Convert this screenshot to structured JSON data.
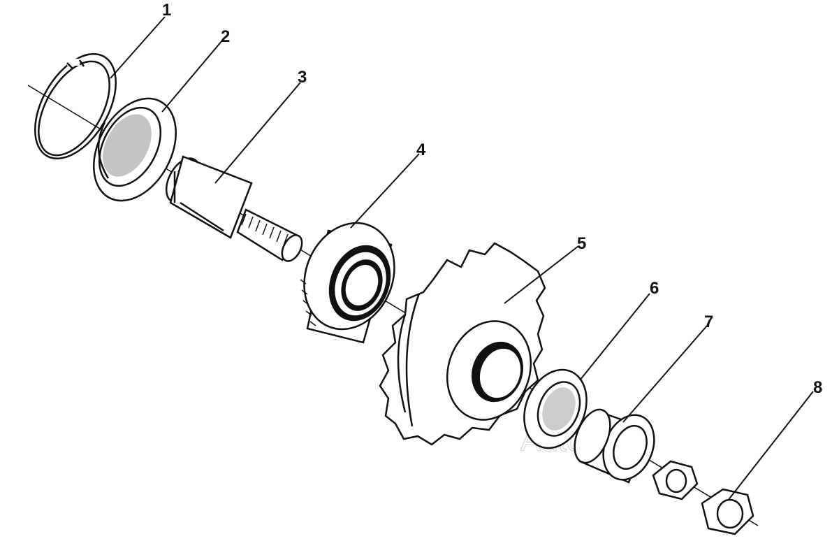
{
  "diagram": {
    "callouts": [
      {
        "id": "1",
        "label": "1"
      },
      {
        "id": "2",
        "label": "2"
      },
      {
        "id": "3",
        "label": "3"
      },
      {
        "id": "4",
        "label": "4"
      },
      {
        "id": "5",
        "label": "5"
      },
      {
        "id": "6",
        "label": "6"
      },
      {
        "id": "7",
        "label": "7"
      },
      {
        "id": "8",
        "label": "8"
      }
    ],
    "watermark": "AutoSoft"
  }
}
